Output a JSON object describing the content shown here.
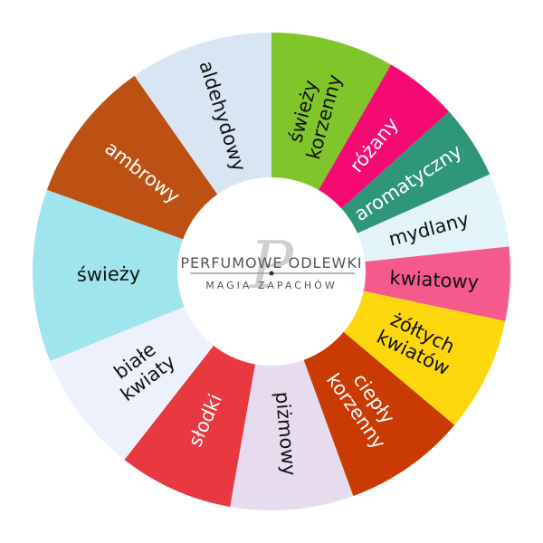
{
  "wheel": {
    "segments": [
      {
        "label": "świeży korzenny",
        "color": "#80c62b",
        "text_color": "#111111",
        "start_deg": 0,
        "end_deg": 30
      },
      {
        "label": "różany",
        "color": "#f50a73",
        "text_color": "#ffffff",
        "start_deg": 30,
        "end_deg": 48
      },
      {
        "label": "aromatyczny",
        "color": "#30967a",
        "text_color": "#ffffff",
        "start_deg": 48,
        "end_deg": 66
      },
      {
        "label": "mydlany",
        "color": "#e2f4fa",
        "text_color": "#111111",
        "start_deg": 66,
        "end_deg": 84
      },
      {
        "label": "kwiatowy",
        "color": "#f45b8c",
        "text_color": "#111111",
        "start_deg": 84,
        "end_deg": 102
      },
      {
        "label": "żółtych kwiatów",
        "color": "#fcd70e",
        "text_color": "#111111",
        "start_deg": 102,
        "end_deg": 130
      },
      {
        "label": "ciepły korzenny",
        "color": "#c93b03",
        "text_color": "#ffffff",
        "start_deg": 130,
        "end_deg": 160
      },
      {
        "label": "piżmowy",
        "color": "#e6dced",
        "text_color": "#111111",
        "start_deg": 160,
        "end_deg": 190
      },
      {
        "label": "słodki",
        "color": "#e7393f",
        "text_color": "#ffffff",
        "start_deg": 190,
        "end_deg": 218
      },
      {
        "label": "białe kwiaty",
        "color": "#ecf1fb",
        "text_color": "#111111",
        "start_deg": 218,
        "end_deg": 248
      },
      {
        "label": "świeży",
        "color": "#a0e5ed",
        "text_color": "#111111",
        "start_deg": 248,
        "end_deg": 290
      },
      {
        "label": "ambrowy",
        "color": "#bd5113",
        "text_color": "#ffffff",
        "start_deg": 290,
        "end_deg": 325
      },
      {
        "label": "aldehydowy",
        "color": "#d8e6f4",
        "text_color": "#111111",
        "start_deg": 325,
        "end_deg": 360
      }
    ]
  },
  "logo": {
    "line1": "PERFUMOWE ODLEWKI",
    "line2": "MAGIA ZAPACHÓW",
    "monogram": "P",
    "color": "#555555"
  }
}
